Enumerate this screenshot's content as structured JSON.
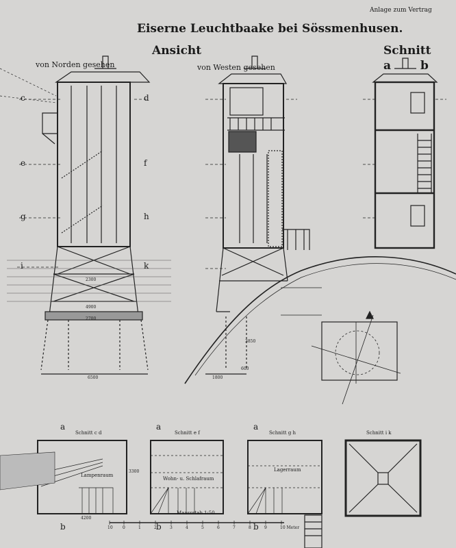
{
  "note": "Anlage zum Vertrag",
  "title": "Eiserne Leuchtbaake bei Sössmenhusen.",
  "view_heading": "Ansicht",
  "view_north": "von Norden gesehen",
  "view_west": "von Westen gesehen",
  "section_heading": "Schnitt",
  "section_a": "a",
  "section_b": "b",
  "markers": {
    "c": "c",
    "d": "d",
    "e": "e",
    "f": "f",
    "g": "g",
    "h": "h",
    "i": "i",
    "k": "k"
  },
  "dims": {
    "d2300": "2300",
    "d2700": "2700",
    "d4900": "4900",
    "d6500": "6500",
    "d1800": "1800",
    "d600": "600",
    "d3850": "3850",
    "d5300": "3300",
    "d4200": "4200"
  },
  "plans": {
    "cd": {
      "title": "Schnitt c d",
      "room": "Lampenraum",
      "a": "a",
      "b": "b"
    },
    "ef": {
      "title": "Schnitt e f",
      "room": "Wohn- u. Schlafraum",
      "a": "a",
      "b": "b"
    },
    "gh": {
      "title": "Schnitt g h",
      "room": "Lagerraum",
      "a": "a",
      "b": "b"
    },
    "ik": {
      "title": "Schnitt i k"
    }
  },
  "scale": {
    "label": "Maassstab 1:50",
    "ticks": [
      "10",
      "0",
      "1",
      "2",
      "3",
      "4",
      "5",
      "6",
      "7",
      "8",
      "9",
      "10 Meter"
    ]
  }
}
